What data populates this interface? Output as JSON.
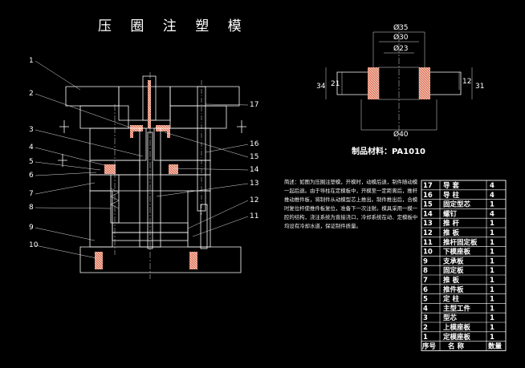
{
  "title": "压 圈 注 塑 模",
  "balloons": [
    "1",
    "2",
    "3",
    "4",
    "5",
    "6",
    "7",
    "8",
    "9",
    "10",
    "17",
    "16",
    "15",
    "14",
    "13",
    "12",
    "11"
  ],
  "part_dims": {
    "d35": "Ø35",
    "d30": "Ø30",
    "d23": "Ø23",
    "d40": "Ø40",
    "h21": "21",
    "h34": "34",
    "h12": "12",
    "h31": "31"
  },
  "material": "制品材料：PA1010",
  "notes": "简述：如图为压圈注塑模，开模时，动模后退，制件随动模一起后退。由于导柱在定模板中，开模至一定距离后，推杆推动推件板，将制件从动模型芯上推出。制件推出后，合模时复位杆使推件板复位，准备下一次注射。模具采用一模一腔的结构，浇注系统为直接浇口，冷却系统在动、定模板中均设有冷却水道，保证制件质量。",
  "bom": {
    "headers": [
      "序号",
      "名 称",
      "数量"
    ],
    "rows": [
      [
        "17",
        "导 套",
        "4"
      ],
      [
        "16",
        "导 柱",
        "4"
      ],
      [
        "15",
        "固定型芯",
        "1"
      ],
      [
        "14",
        "螺钉",
        "4"
      ],
      [
        "13",
        "推 杆",
        "1"
      ],
      [
        "12",
        "推 板",
        "1"
      ],
      [
        "11",
        "推杆固定板",
        "1"
      ],
      [
        "10",
        "下模座板",
        "1"
      ],
      [
        "9",
        "支承板",
        "1"
      ],
      [
        "8",
        "固定板",
        "1"
      ],
      [
        "7",
        "推 板",
        "1"
      ],
      [
        "6",
        "推件板",
        "1"
      ],
      [
        "5",
        "定 柱",
        "1"
      ],
      [
        "4",
        "主型工件",
        "1"
      ],
      [
        "3",
        "型芯",
        "1"
      ],
      [
        "2",
        "上模座板",
        "1"
      ],
      [
        "1",
        "定模座板",
        "1"
      ]
    ]
  }
}
